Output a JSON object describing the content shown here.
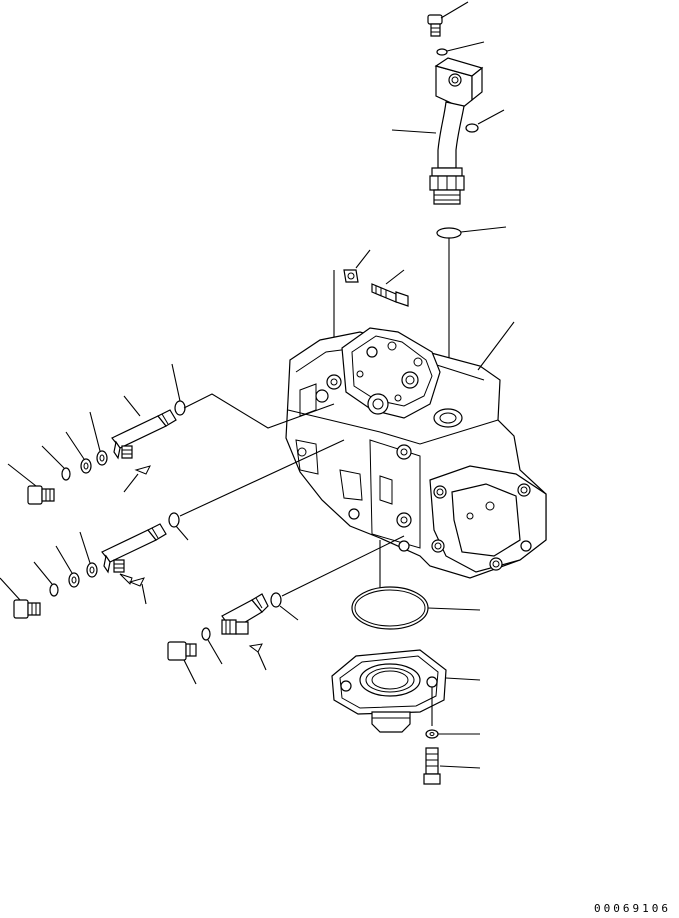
{
  "drawing_number": "00069106",
  "parts": [
    {
      "id": "top-plug"
    },
    {
      "id": "top-washer"
    },
    {
      "id": "pipe-elbow"
    },
    {
      "id": "pipe-oring"
    },
    {
      "id": "port-oring"
    },
    {
      "id": "cover-gasket"
    },
    {
      "id": "cover-bolt"
    },
    {
      "id": "pump-assembly"
    },
    {
      "id": "upper-plug-bolt"
    },
    {
      "id": "upper-washer-1"
    },
    {
      "id": "upper-washer-2"
    },
    {
      "id": "upper-washer-3"
    },
    {
      "id": "upper-fitting"
    },
    {
      "id": "upper-oring"
    },
    {
      "id": "upper-clip"
    },
    {
      "id": "middle-plug-bolt"
    },
    {
      "id": "middle-washer-1"
    },
    {
      "id": "middle-washer-2"
    },
    {
      "id": "middle-washer-3"
    },
    {
      "id": "middle-fitting"
    },
    {
      "id": "middle-oring"
    },
    {
      "id": "middle-clip"
    },
    {
      "id": "lower-plug-bolt"
    },
    {
      "id": "lower-washer"
    },
    {
      "id": "lower-fitting"
    },
    {
      "id": "lower-oring"
    },
    {
      "id": "lower-clip"
    },
    {
      "id": "flange-oring"
    },
    {
      "id": "flange"
    },
    {
      "id": "flange-washer"
    },
    {
      "id": "flange-bolt"
    }
  ]
}
